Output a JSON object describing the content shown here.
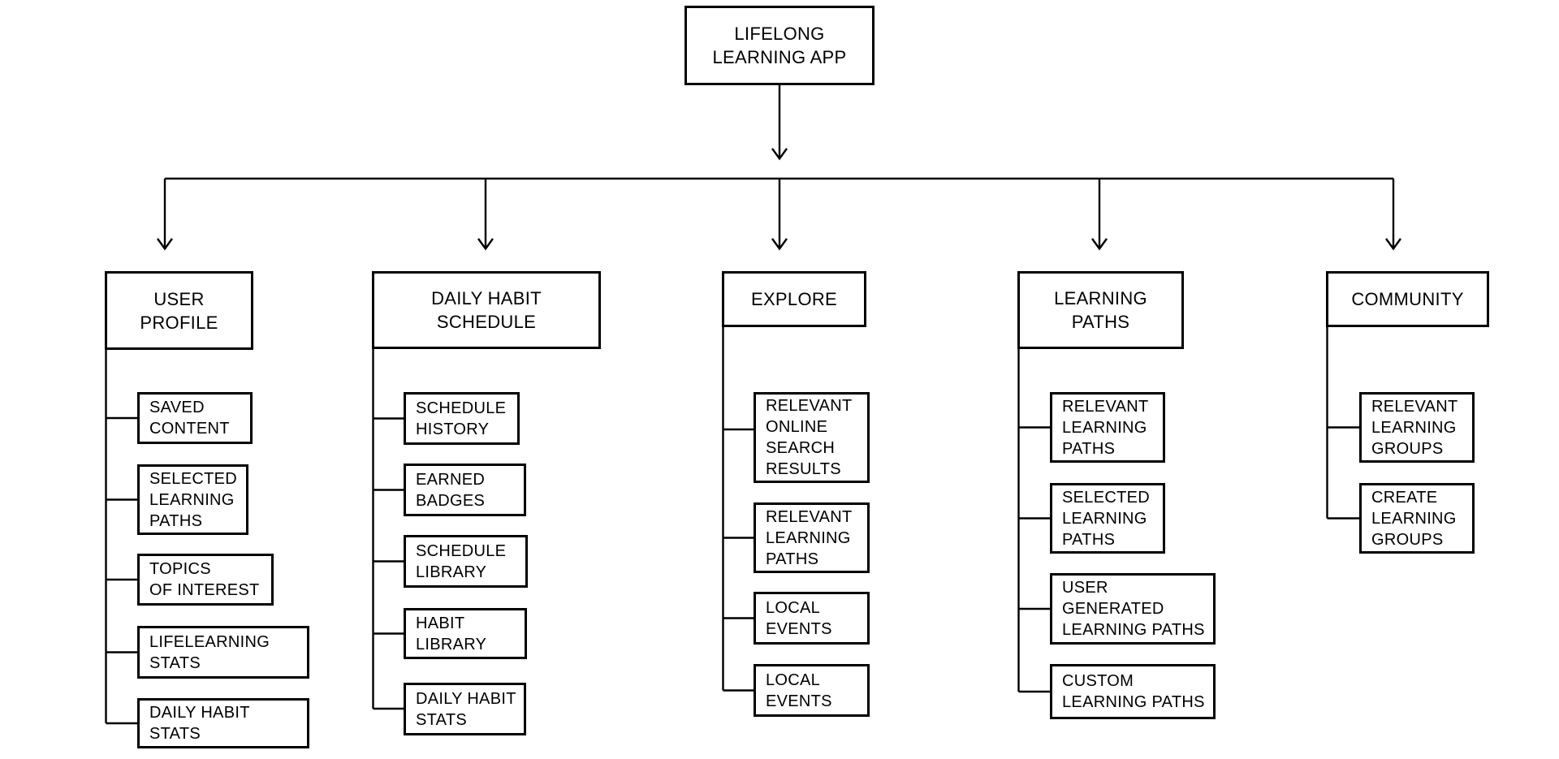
{
  "colors": {
    "background": "#ffffff",
    "line": "#000000",
    "text": "#000000"
  },
  "diagram": {
    "root": "LIFELONG\nLEARNING APP",
    "columns": [
      {
        "title": "USER\nPROFILE",
        "children": [
          "SAVED\nCONTENT",
          "SELECTED\nLEARNING\nPATHS",
          "TOPICS\nOF INTEREST",
          "LIFELEARNING\nSTATS",
          "DAILY HABIT\nSTATS"
        ]
      },
      {
        "title": "DAILY HABIT\nSCHEDULE",
        "children": [
          "SCHEDULE\nHISTORY",
          "EARNED\nBADGES",
          "SCHEDULE\nLIBRARY",
          "HABIT\nLIBRARY",
          "DAILY HABIT\nSTATS"
        ]
      },
      {
        "title": "EXPLORE",
        "children": [
          "RELEVANT\nONLINE\nSEARCH\nRESULTS",
          "RELEVANT\nLEARNING\nPATHS",
          "LOCAL\nEVENTS",
          "LOCAL\nEVENTS"
        ]
      },
      {
        "title": "LEARNING\nPATHS",
        "children": [
          "RELEVANT\nLEARNING\nPATHS",
          "SELECTED\nLEARNING\nPATHS",
          "USER\nGENERATED\nLEARNING PATHS",
          "CUSTOM\nLEARNING PATHS"
        ]
      },
      {
        "title": "COMMUNITY",
        "children": [
          "RELEVANT\nLEARNING\nGROUPS",
          "CREATE\nLEARNING\nGROUPS"
        ]
      }
    ]
  }
}
